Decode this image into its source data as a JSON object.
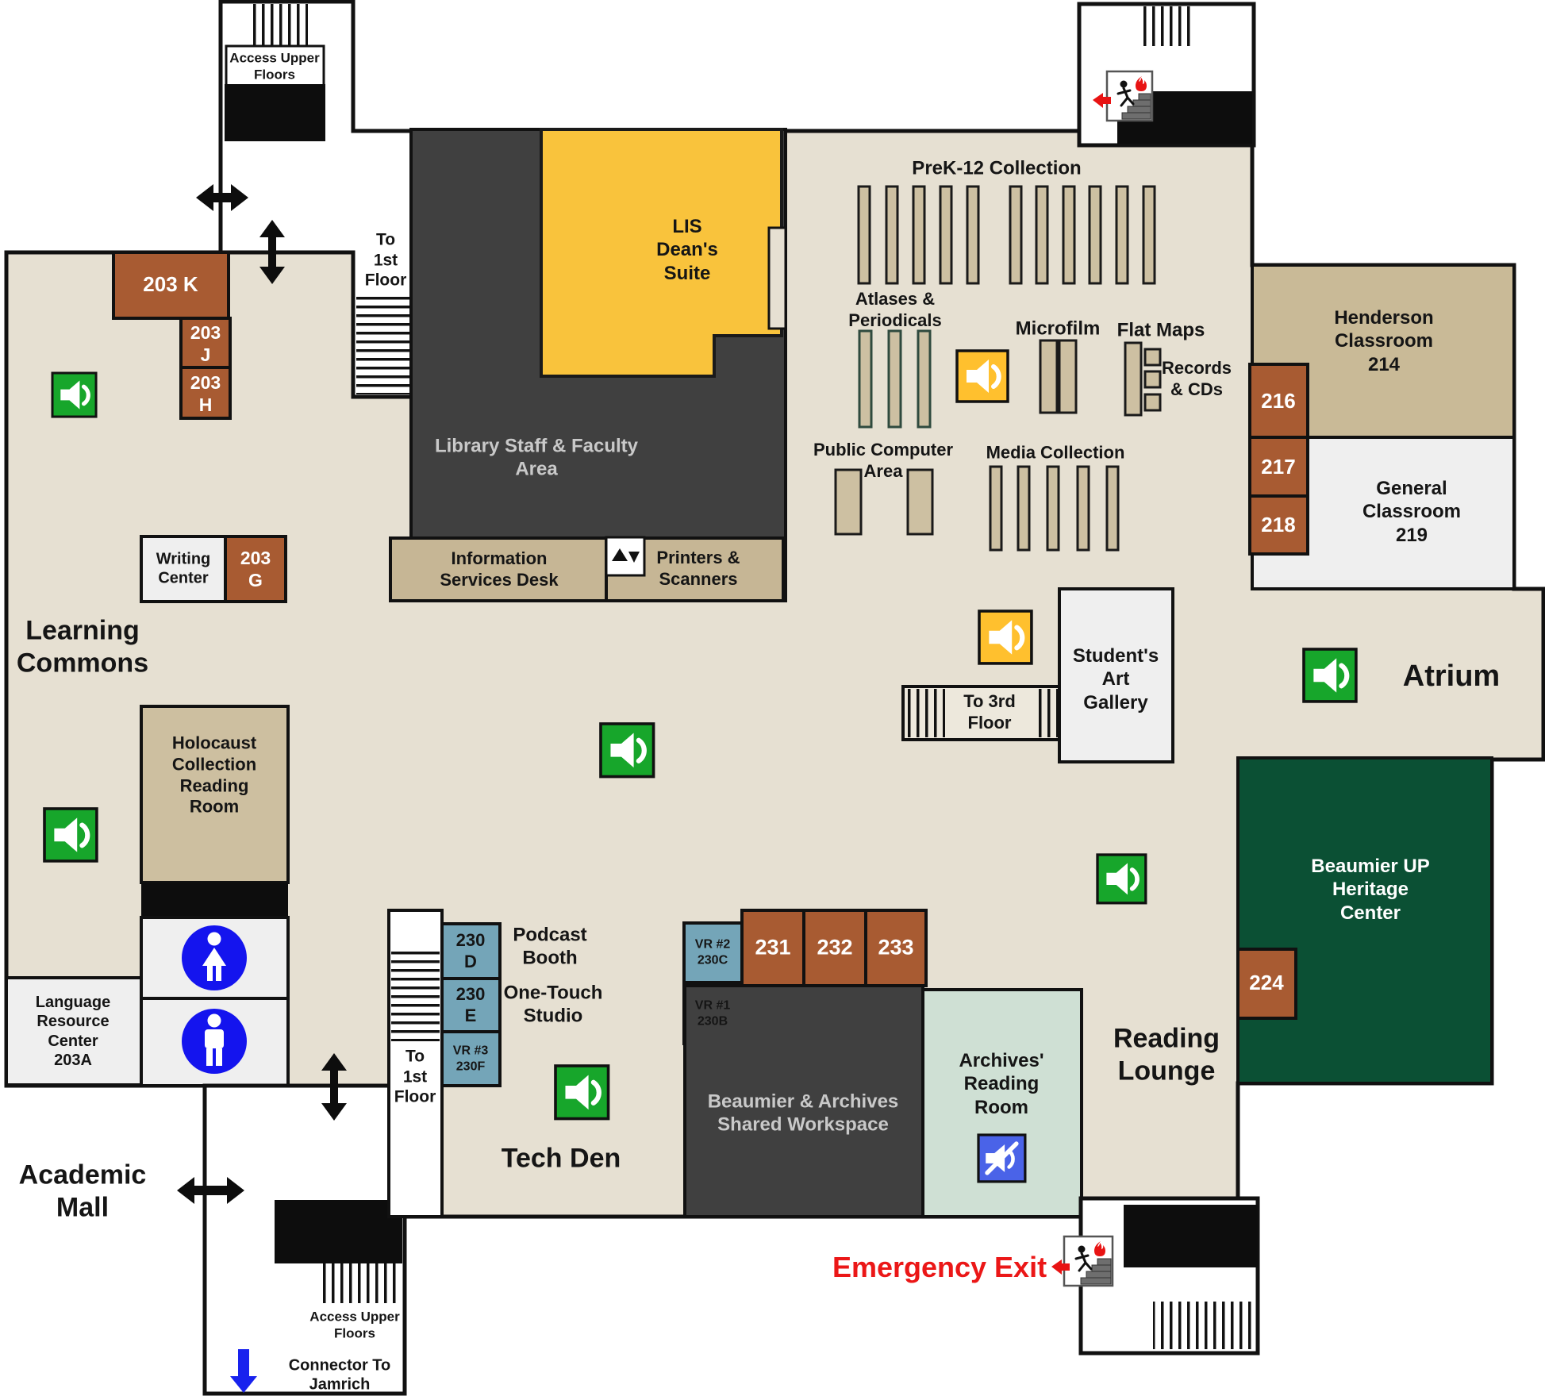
{
  "colors": {
    "floor_tan": "#E6E0D2",
    "room_brown": "#A85B32",
    "room_teal": "#74A5B8",
    "room_light_gray": "#EFEFEF",
    "room_henderson_tan": "#C9BA97",
    "room_holocaust_tan": "#CDBFA0",
    "desk_tan": "#C6B695",
    "shelf_tan": "#CDC0A2",
    "dark_staff_area": "#404040",
    "lis_yellow": "#F9C33C",
    "heritage_green": "#0B5034",
    "archives_pale_green": "#CFE0D4",
    "speaker_green": "#17A62B",
    "speaker_yellow": "#FFC02E",
    "speaker_muted_blue": "#4A63E8",
    "restroom_blue": "#1414EE",
    "emergency_red": "#EB1717",
    "connector_arrow_blue": "#1822EE"
  },
  "labels": {
    "access_upper_floors_top": "Access Upper\nFloors",
    "to_1st_floor_top": "To\n1st\nFloor",
    "r203k": "203 K",
    "r203j": "203\nJ",
    "r203h": "203\nH",
    "writing_center": "Writing\nCenter",
    "r203g": "203\nG",
    "learning_commons": "Learning\nCommons",
    "lis_deans_suite": "LIS\nDean's\nSuite",
    "library_staff_area": "Library Staff & Faculty\nArea",
    "information_services_desk": "Information\nServices Desk",
    "printers_scanners": "Printers &\nScanners",
    "prek12_collection": "PreK-12 Collection",
    "atlases_periodicals": "Atlases &\nPeriodicals",
    "microfilm": "Microfilm",
    "flat_maps": "Flat Maps",
    "records_cds": "Records\n& CDs",
    "public_computer_area": "Public Computer\nArea",
    "media_collection": "Media Collection",
    "henderson_classroom": "Henderson\nClassroom\n214",
    "r216": "216",
    "r217": "217",
    "r218": "218",
    "general_classroom_219": "General\nClassroom\n219",
    "students_art_gallery": "Student's\nArt\nGallery",
    "to_3rd_floor": "To 3rd\nFloor",
    "atrium": "Atrium",
    "holocaust_room": "Holocaust\nCollection\nReading\nRoom",
    "language_resource_center": "Language\nResource\nCenter\n203A",
    "r230d": "230\nD",
    "r230e": "230\nE",
    "vr3_230f": "VR #3\n230F",
    "podcast_booth": "Podcast\nBooth",
    "one_touch_studio": "One-Touch\nStudio",
    "tech_den": "Tech Den",
    "vr2_230c": "VR #2\n230C",
    "vr1_230b": "VR #1\n230B",
    "r231": "231",
    "r232": "232",
    "r233": "233",
    "beaumier_workspace": "Beaumier & Archives\nShared Workspace",
    "archives_reading_room": "Archives'\nReading\nRoom",
    "reading_lounge": "Reading\nLounge",
    "beaumier_heritage_center": "Beaumier UP\nHeritage\nCenter",
    "r224": "224",
    "emergency_exit": "Emergency Exit",
    "academic_mall": "Academic\nMall",
    "access_upper_floors_bottom": "Access Upper\nFloors",
    "connector_jamrich": "Connector To\nJamrich",
    "to_1st_floor_bottom": "To\n1st\nFloor"
  }
}
